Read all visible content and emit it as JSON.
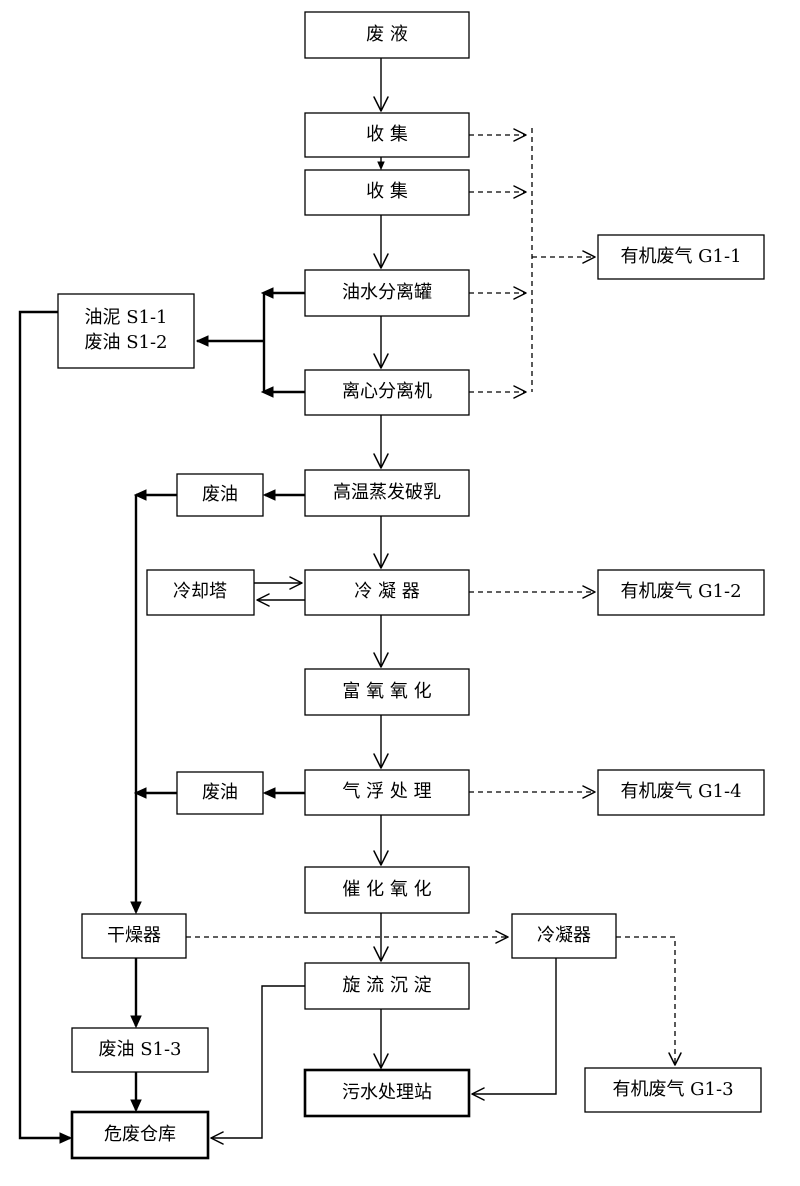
{
  "nodes": {
    "waste_liquid": "废 液",
    "collect_1": "收 集",
    "collect_2": "收 集",
    "oil_water_separator": "油水分离罐",
    "centrifuge": "离心分离机",
    "high_temp_evap": "高温蒸发破乳",
    "condenser_main": "冷  凝  器",
    "oxygen_enriched": "富 氧 氧 化",
    "air_flotation": "气 浮 处 理",
    "catalytic_oxidation": "催 化 氧 化",
    "cyclone_settling": "旋 流 沉 淀",
    "sewage_station": "污水处理站",
    "sludge_line1": "油泥 S1-1",
    "sludge_line2": "废油 S1-2",
    "waste_oil_1": "废油",
    "cooling_tower": "冷却塔",
    "waste_oil_2": "废油",
    "dryer": "干燥器",
    "waste_oil_s13": "废油 S1-3",
    "hazardous_storage": "危废仓库",
    "condenser_side": "冷凝器",
    "gas_g11": "有机废气 G1-1",
    "gas_g12": "有机废气 G1-2",
    "gas_g14": "有机废气 G1-4",
    "gas_g13": "有机废气 G1-3"
  }
}
